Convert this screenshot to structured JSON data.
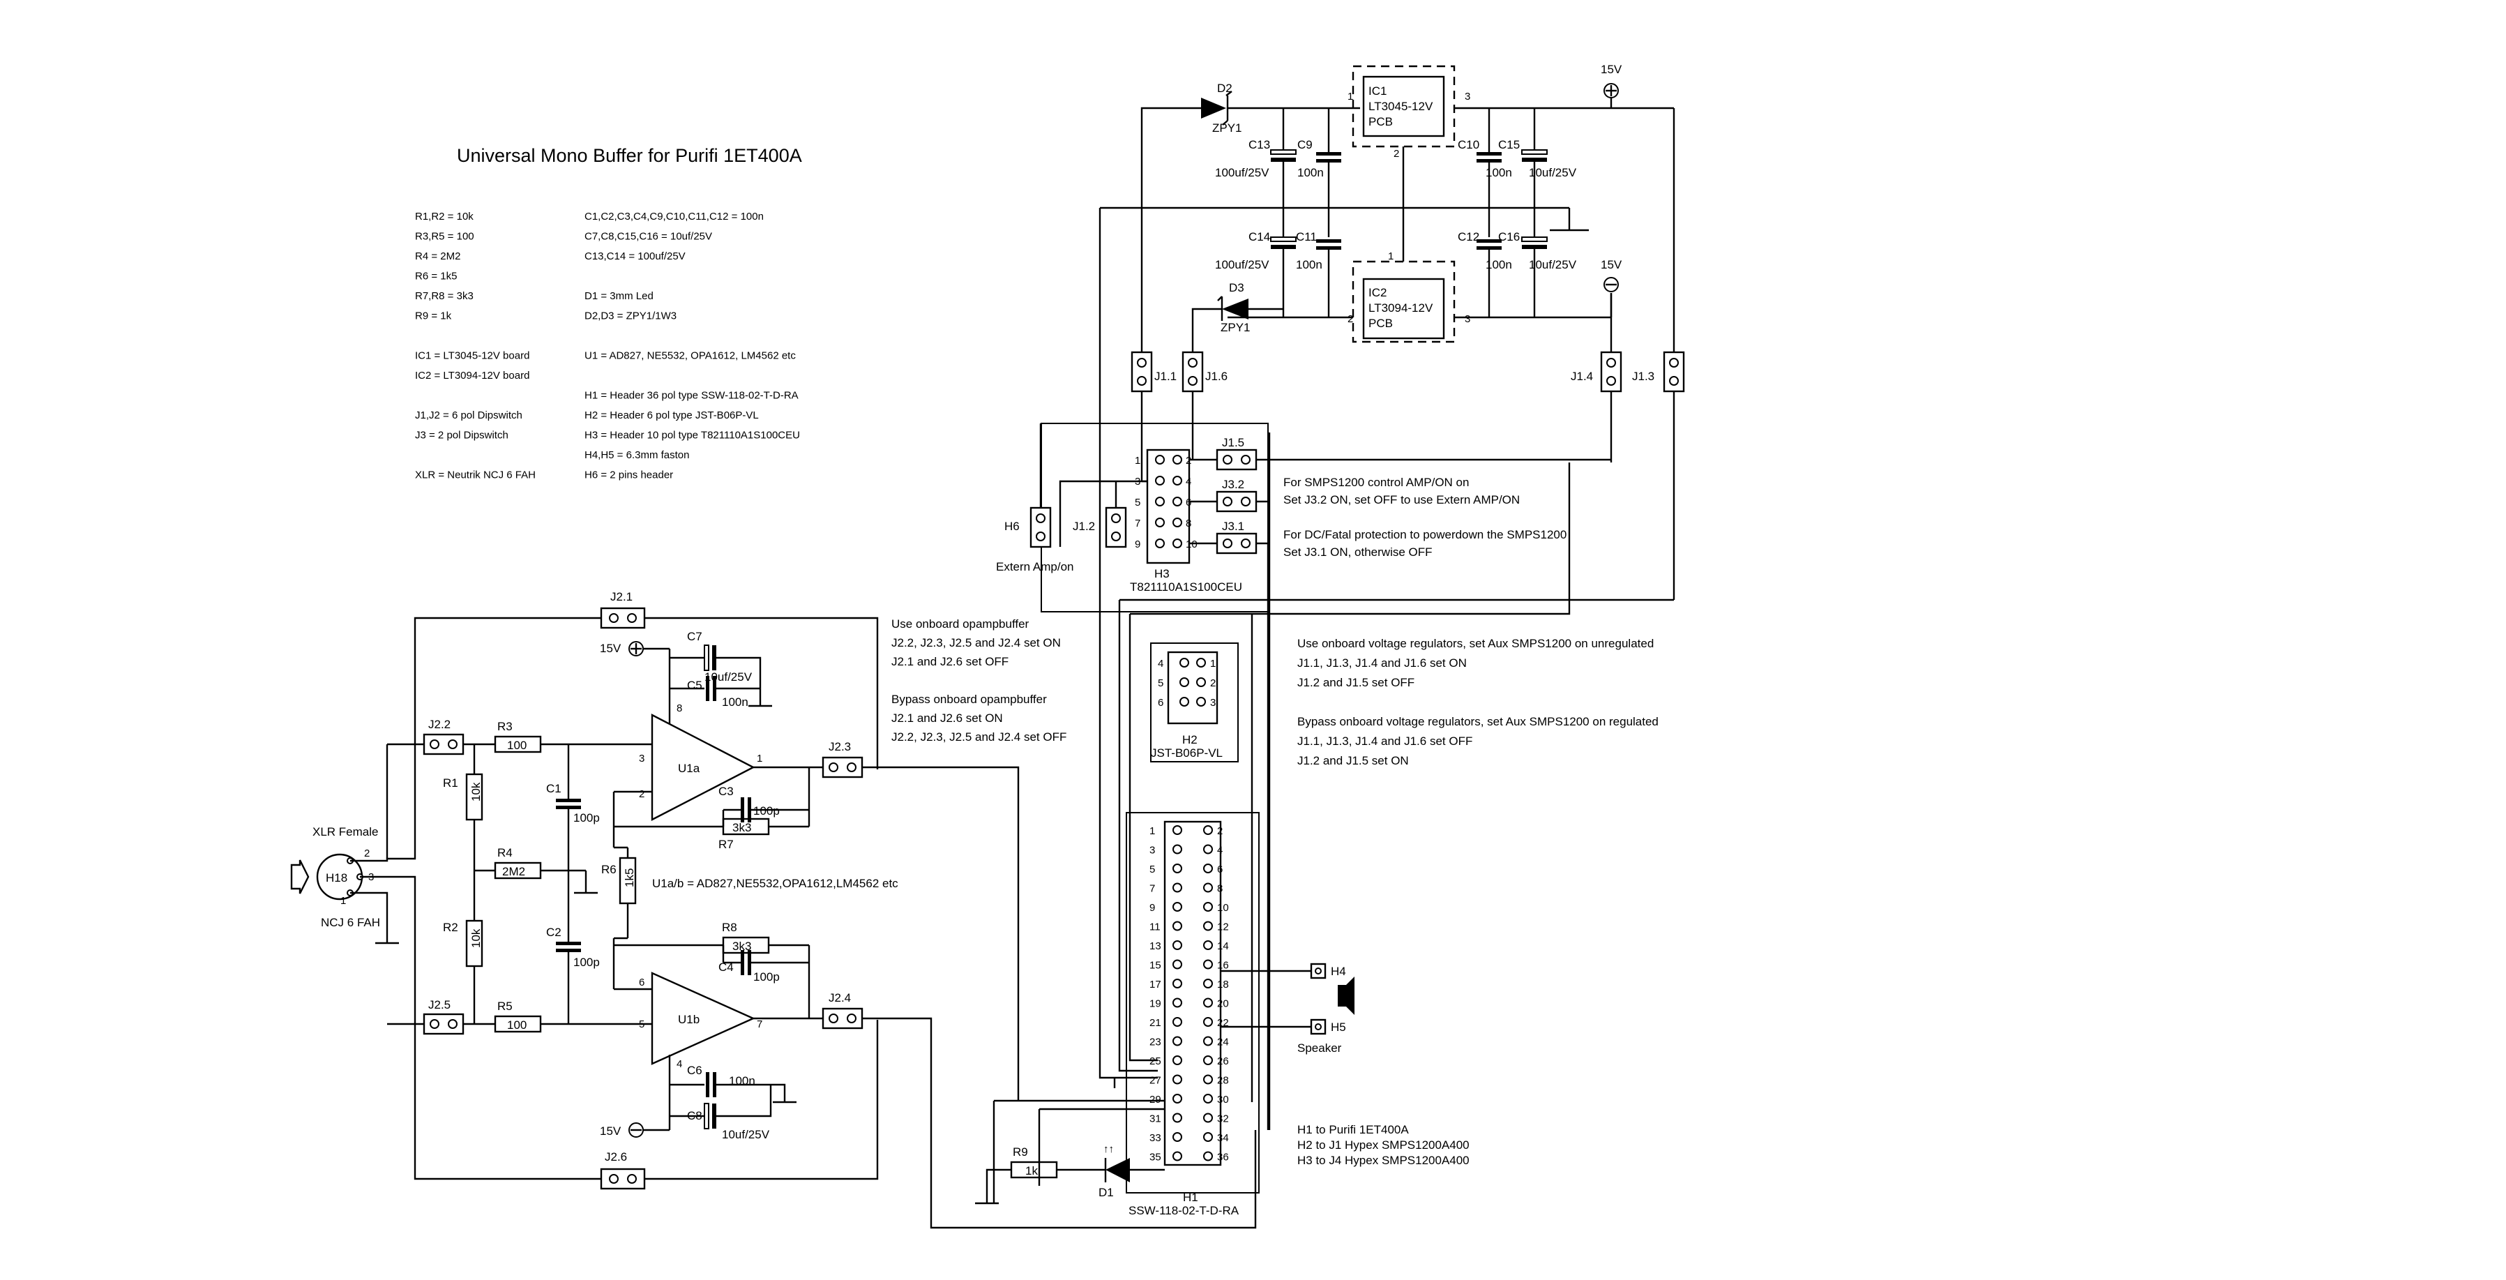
{
  "title": "Universal Mono Buffer for Purifi 1ET400A",
  "bom_left": [
    "R1,R2 = 10k",
    "R3,R5 = 100",
    "R4     = 2M2",
    "R6     = 1k5",
    "R7,R8 = 3k3",
    "R9     = 1k",
    "",
    "IC1 = LT3045-12V board",
    "IC2 = LT3094-12V board",
    "",
    "J1,J2 = 6 pol Dipswitch",
    "J3     = 2 pol Dipswitch",
    "",
    "XLR = Neutrik NCJ 6 FAH"
  ],
  "bom_right": [
    "C1,C2,C3,C4,C9,C10,C11,C12 = 100n",
    "C7,C8,C15,C16              = 10uf/25V",
    "C13,C14                         = 100uf/25V",
    "",
    "D1 = 3mm Led",
    "D2,D3 = ZPY1/1W3",
    "",
    "U1 = AD827, NE5532, OPA1612, LM4562 etc",
    "",
    "H1 = Header 36 pol type SSW-118-02-T-D-RA",
    "H2 = Header 6 pol type JST-B06P-VL",
    "H3 = Header 10 pol type T821110A1S100CEU",
    "H4,H5 = 6.3mm faston",
    "H6 = 2 pins header"
  ],
  "notes": {
    "opamp": [
      "Use onboard opampbuffer",
      "J2.2, J2.3, J2.5 and J2.4 set ON",
      "J2.1 and J2.6 set OFF",
      "",
      "Bypass onboard opampbuffer",
      "J2.1 and J2.6 set ON",
      "J2.2, J2.3, J2.5 and J2.4 set OFF"
    ],
    "smps": [
      "For SMPS1200 control AMP/ON on",
      "Set J3.2 ON, set OFF to use Extern AMP/ON",
      "",
      "For DC/Fatal protection to powerdown the SMPS1200",
      "Set J3.1 ON, otherwise OFF"
    ],
    "regulators": [
      "Use onboard voltage regulators, set Aux SMPS1200 on unregulated",
      "J1.1, J1.3, J1.4 and J1.6 set ON",
      "J1.2 and J1.5 set OFF",
      "",
      "Bypass onboard voltage regulators, set Aux SMPS1200 on regulated",
      "J1.1, J1.3, J1.4 and J1.6 set OFF",
      "J1.2 and J1.5 set ON"
    ],
    "headers": [
      "H1 to Purifi 1ET400A",
      "H2 to J1 Hypex SMPS1200A400",
      "H3 to J4 Hypex SMPS1200A400"
    ],
    "u1ab": "U1a/b = AD827,NE5532,OPA1612,LM4562 etc"
  },
  "labels": {
    "xlr_top": "XLR Female",
    "xlr_ref": "H18",
    "xlr_bottom": "NCJ 6 FAH",
    "xlr_p2": "2",
    "xlr_p3": "3",
    "xlr_p1": "1",
    "v15": "15V",
    "v15p": "15V",
    "v15n": "15V",
    "ic1": "IC1",
    "ic1_val": "LT3045-12V",
    "ic2": "IC2",
    "ic2_val": "LT3094-12V",
    "pcb": "PCB",
    "d2": "D2",
    "d3": "D3",
    "zpy": "ZPY1",
    "d1": "D1",
    "r9": "R9",
    "r9_val": "1k",
    "c13": "C13",
    "c14": "C14",
    "c9": "C9",
    "c11": "C11",
    "c10": "C10",
    "c12": "C12",
    "c15": "C15",
    "c16": "C16",
    "v100uf": "100uf/25V",
    "v100n": "100n",
    "v10uf": "10uf/25V",
    "u1a": "U1a",
    "u1b": "U1b",
    "r1": "R1",
    "r2": "R2",
    "r3": "R3",
    "r4": "R4",
    "r5": "R5",
    "r6": "R6",
    "r7": "R7",
    "r8": "R8",
    "c1": "C1",
    "c2": "C2",
    "c3": "C3",
    "c4": "C4",
    "c5": "C5",
    "c6": "C6",
    "c7": "C7",
    "c8": "C8",
    "v10k": "10k",
    "v100": "100",
    "v2m2": "2M2",
    "v1k5": "1k5",
    "v3k3": "3k3",
    "v100p": "100p",
    "j21": "J2.1",
    "j22": "J2.2",
    "j23": "J2.3",
    "j24": "J2.4",
    "j25": "J2.5",
    "j26": "J2.6",
    "j11": "J1.1",
    "j12": "J1.2",
    "j13": "J1.3",
    "j14": "J1.4",
    "j15": "J1.5",
    "j16": "J1.6",
    "j31": "J3.1",
    "j32": "J3.2",
    "h3": "H3",
    "h3_val": "T821110A1S100CEU",
    "h2": "H2",
    "h2_val": "JST-B06P-VL",
    "h1": "H1",
    "h1_val": "SSW-118-02-T-D-RA",
    "h4": "H4",
    "h5": "H5",
    "h6": "H6",
    "extern": "Extern Amp/on",
    "speaker": "Speaker",
    "n1": "1",
    "n2": "2",
    "n3": "3",
    "n4": "4",
    "n5": "5",
    "n6": "6",
    "n7": "7",
    "n8": "8"
  },
  "h3_pins_left": [
    "1",
    "3",
    "5",
    "7",
    "9"
  ],
  "h3_pins_right": [
    "2",
    "4",
    "6",
    "8",
    "10"
  ],
  "h2_pins_left": [
    "4",
    "5",
    "6"
  ],
  "h2_pins_right": [
    "1",
    "2",
    "3"
  ],
  "h1_pins_left": [
    "1",
    "3",
    "5",
    "7",
    "9",
    "11",
    "13",
    "15",
    "17",
    "19",
    "21",
    "23",
    "25",
    "27",
    "29",
    "31",
    "33",
    "35"
  ],
  "h1_pins_right": [
    "2",
    "4",
    "6",
    "8",
    "10",
    "12",
    "14",
    "16",
    "18",
    "20",
    "22",
    "24",
    "26",
    "28",
    "30",
    "32",
    "34",
    "36"
  ]
}
